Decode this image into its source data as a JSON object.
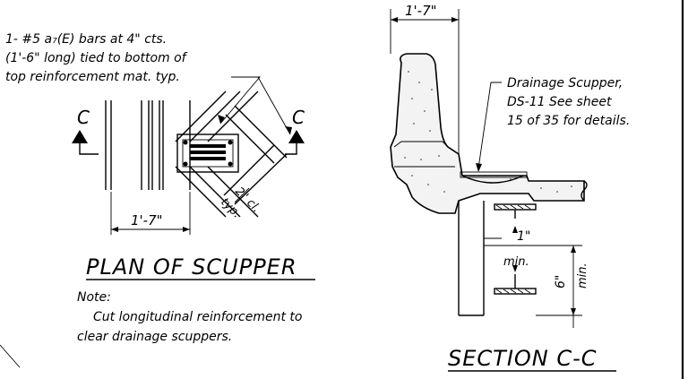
{
  "plan": {
    "note_lines": [
      "1- #5 a₇(E) bars at 4\" cts.",
      "(1'-6\" long) tied to bottom of",
      "top reinforcement mat. typ."
    ],
    "section_marker_left": "C",
    "section_marker_right": "C",
    "dim_width": "1'-7\"",
    "dim_clear": "2\" cl.",
    "dim_typ": "typ.",
    "title": "PLAN OF SCUPPER"
  },
  "general_note": {
    "label": "Note:",
    "lines": [
      "Cut longitudinal reinforcement to",
      "clear drainage scuppers."
    ]
  },
  "section": {
    "dim_top": "1'-7\"",
    "callout_lines": [
      "Drainage Scupper,",
      "DS-11 See sheet",
      "15 of 35 for details."
    ],
    "dim_1in": "1\"",
    "dim_min_a": "min.",
    "dim_6in": "6\"",
    "dim_min_b": "min.",
    "title": "SECTION C-C"
  }
}
